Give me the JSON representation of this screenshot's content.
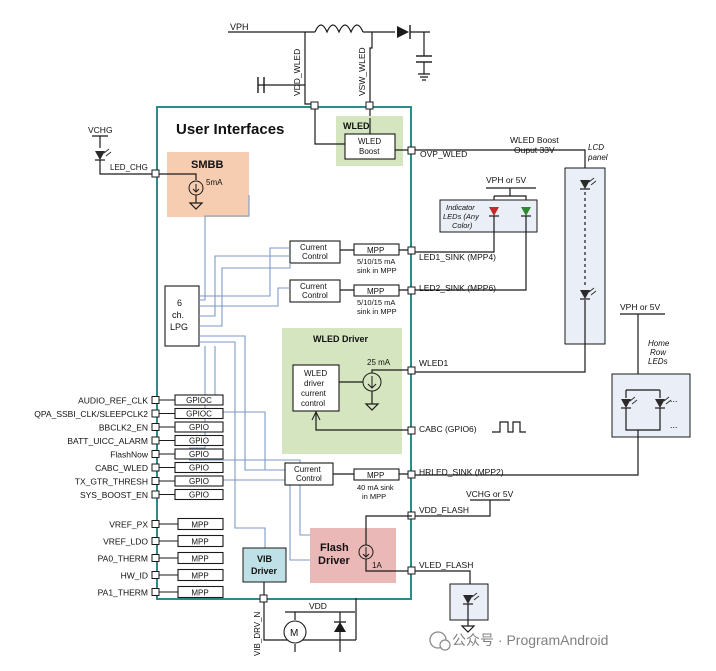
{
  "labels": {
    "vph_top": "VPH",
    "vdd_wled": "VDD_WLED",
    "vsw_wled": "VSW_WLED",
    "vchg": "VCHG",
    "led_chg": "LED_CHG",
    "title": "User Interfaces",
    "smbb": "SMBB",
    "smbb_current": "5mA",
    "wled": "WLED",
    "wled_boost_1": "WLED",
    "wled_boost_2": "Boost",
    "ovp_wled": "OVP_WLED",
    "wled_boost_out_1": "WLED Boost",
    "wled_boost_out_2": "Ouput 33V",
    "lcd_panel_1": "LCD",
    "lcd_panel_2": "panel",
    "vph_or_5v_a": "VPH or 5V",
    "indicator_1": "Indicator",
    "indicator_2": "LEDs (Any",
    "indicator_3": "Color)",
    "current_control": "Current",
    "current_control_2": "Control",
    "mpp": "MPP",
    "sink_1": "5/10/15 mA",
    "sink_2": "sink in MPP",
    "led1_sink": "LED1_SINK (MPP4)",
    "led2_sink": "LED2_SINK (MPP6)",
    "lpg_1": "6",
    "lpg_2": "ch.",
    "lpg_3": "LPG",
    "wled_driver": "WLED Driver",
    "driver_ctrl_1": "WLED",
    "driver_ctrl_2": "driver",
    "driver_ctrl_3": "current",
    "driver_ctrl_4": "control",
    "ma25": "25 mA",
    "wled1": "WLED1",
    "cabc": "CABC (GPIO6)",
    "hrled_sink": "HRLED_SINK (MPP2)",
    "sink40_1": "40 mA sink",
    "sink40_2": "in MPP",
    "vph_or_5v_b": "VPH or 5V",
    "home_row_1": "Home",
    "home_row_2": "Row",
    "home_row_3": "LEDs",
    "ellipsis": "...",
    "vchg_or_5v": "VCHG or 5V",
    "vdd_flash": "VDD_FLASH",
    "vled_flash": "VLED_FLASH",
    "flash_1": "Flash",
    "flash_2": "Driver",
    "a1": "1A",
    "vib_1": "VIB",
    "vib_2": "Driver",
    "vib_drv_n": "VIB_DRV_N",
    "vdd": "VDD",
    "motor": "M",
    "gpioc": "GPIOC",
    "gpio": "GPIO",
    "watermark": "公众号 · ProgramAndroid"
  },
  "gpio_pins": [
    "AUDIO_REF_CLK",
    "QPA_SSBI_CLK/SLEEPCLK2",
    "BBCLK2_EN",
    "BATT_UICC_ALARM",
    "FlashNow",
    "CABC_WLED",
    "TX_GTR_THRESH",
    "SYS_BOOST_EN"
  ],
  "gpio_types": [
    "GPIOC",
    "GPIOC",
    "GPIO",
    "GPIO",
    "GPIO",
    "GPIO",
    "GPIO",
    "GPIO"
  ],
  "mpp_pins": [
    "VREF_PX",
    "VREF_LDO",
    "PA0_THERM",
    "HW_ID",
    "PA1_THERM"
  ],
  "colors": {
    "border": "#2e8b8b",
    "smbb_fill": "#f6cdb0",
    "wled_fill": "#d5e5bf",
    "flash_fill": "#eab9b7",
    "vib_fill": "#bfe0e6",
    "panel_fill": "#eaeef6",
    "wire_blue": "#7d9ac4"
  }
}
